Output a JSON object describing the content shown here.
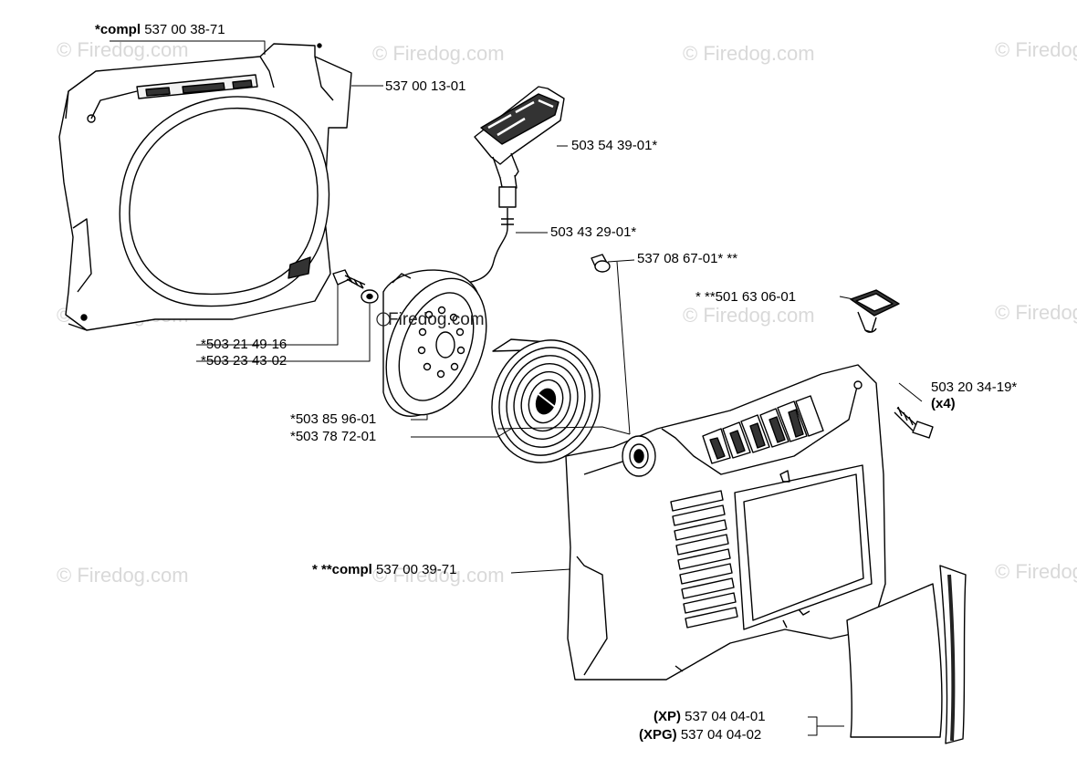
{
  "watermark": "© Firedog.com",
  "center_watermark": "Firedog.com",
  "parts": {
    "fan_housing_assembly": {
      "prefix": "*compl",
      "number": "537 00 38-71"
    },
    "fan_housing": {
      "number": "537 00 13-01"
    },
    "starter_handle": {
      "number": "503 54 39-01*"
    },
    "starter_rope": {
      "number": "503 43 29-01*"
    },
    "bushing": {
      "number": "537 08 67-01* **"
    },
    "air_valve": {
      "number": "* **501 63 06-01"
    },
    "screw_small": {
      "number": "*503 21 49-16"
    },
    "washer": {
      "number": "*503 23 43-02"
    },
    "cover_screw": {
      "number": "503 20 34-19*",
      "qty": "(x4)"
    },
    "rope_pulley": {
      "number": "*503 85 96-01"
    },
    "recoil_spring": {
      "number": "*503 78 72-01"
    },
    "starter_assembly": {
      "prefix": "* **compl",
      "number": "537 00 39-71"
    },
    "decal_xp": {
      "prefix": "(XP)",
      "number": "537 04 04-01"
    },
    "decal_xpg": {
      "prefix": "(XPG)",
      "number": "537 04 04-02"
    }
  }
}
